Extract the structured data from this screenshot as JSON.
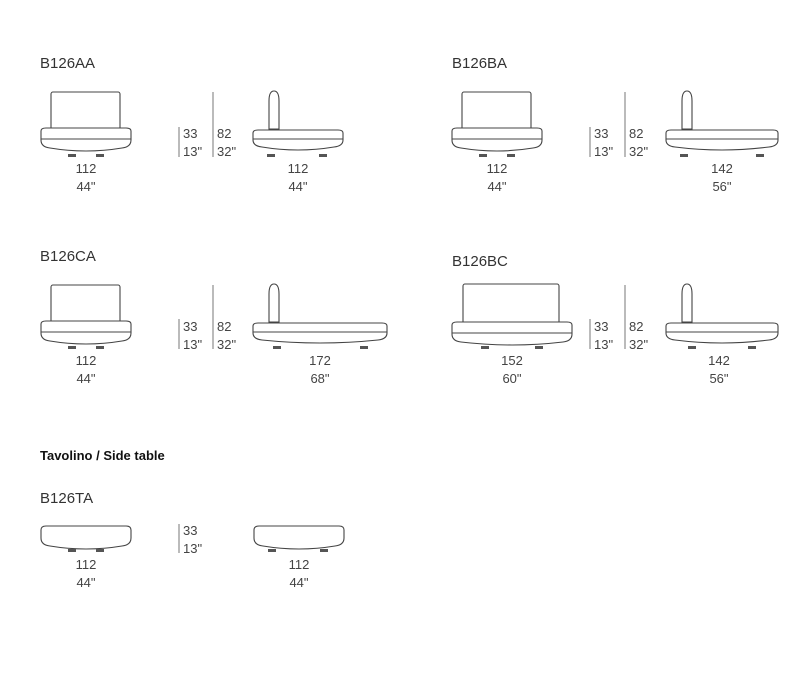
{
  "models": [
    {
      "code": "B126AA",
      "front": {
        "w": "112",
        "win": "44\""
      },
      "side": {
        "w": "112",
        "win": "44\""
      },
      "seat": {
        "cm": "33",
        "in": "13\""
      },
      "total": {
        "cm": "82",
        "in": "32\""
      }
    },
    {
      "code": "B126BA",
      "front": {
        "w": "112",
        "win": "44\""
      },
      "side": {
        "w": "142",
        "win": "56\""
      },
      "seat": {
        "cm": "33",
        "in": "13\""
      },
      "total": {
        "cm": "82",
        "in": "32\""
      }
    },
    {
      "code": "B126CA",
      "front": {
        "w": "112",
        "win": "44\""
      },
      "side": {
        "w": "172",
        "win": "68\""
      },
      "seat": {
        "cm": "33",
        "in": "13\""
      },
      "total": {
        "cm": "82",
        "in": "32\""
      }
    },
    {
      "code": "B126BC",
      "front": {
        "w": "152",
        "win": "60\""
      },
      "side": {
        "w": "142",
        "win": "56\""
      },
      "seat": {
        "cm": "33",
        "in": "13\""
      },
      "total": {
        "cm": "82",
        "in": "32\""
      }
    }
  ],
  "side_table": {
    "section_title": "Tavolino / Side table",
    "code": "B126TA",
    "front": {
      "w": "112",
      "win": "44\""
    },
    "side": {
      "w": "112",
      "win": "44\""
    },
    "height": {
      "cm": "33",
      "in": "13\""
    }
  }
}
